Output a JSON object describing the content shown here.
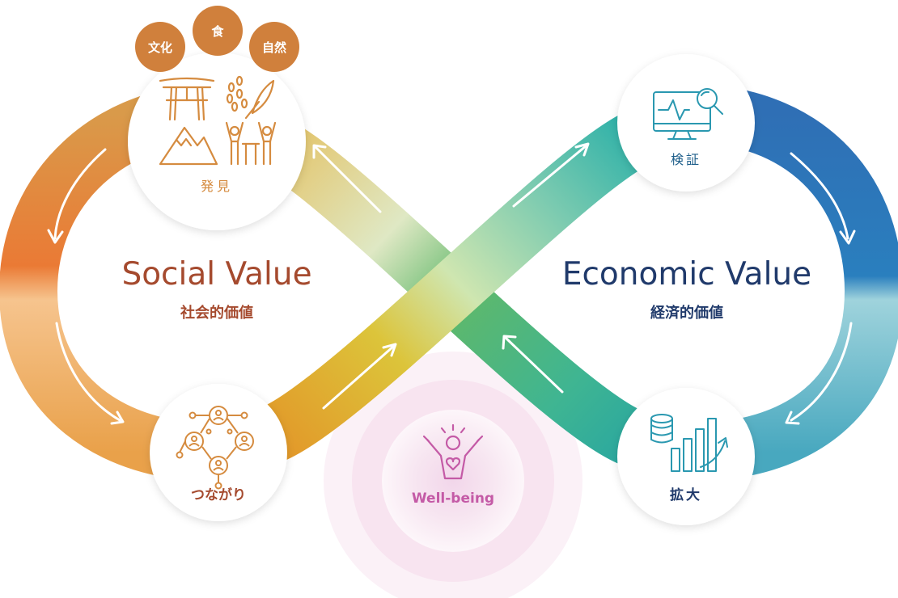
{
  "colors": {
    "social_title": "#a54a2e",
    "economic_title": "#203a6b",
    "orange_icon": "#d58b3f",
    "teal_icon": "#2a98b0",
    "wellbeing_text": "#c45aa6",
    "bubble_fill": "#d0803c"
  },
  "social": {
    "title": "Social Value",
    "subtitle": "社会的価値"
  },
  "economic": {
    "title": "Economic Value",
    "subtitle": "経済的価値"
  },
  "nodes": {
    "discovery": "発見",
    "connection": "つながり",
    "verification": "検証",
    "expansion": "拡大",
    "wellbeing": "Well-being"
  },
  "bubbles": {
    "culture": "文化",
    "food": "食",
    "nature": "自然"
  },
  "icons": {
    "discovery": [
      "torii-icon",
      "rice-icon",
      "mountain-icon",
      "people-icon"
    ],
    "connection": "network-people-icon",
    "verification": "monitor-search-icon",
    "expansion": "coins-growth-chart-icon",
    "wellbeing": "cheering-person-heart-icon"
  }
}
